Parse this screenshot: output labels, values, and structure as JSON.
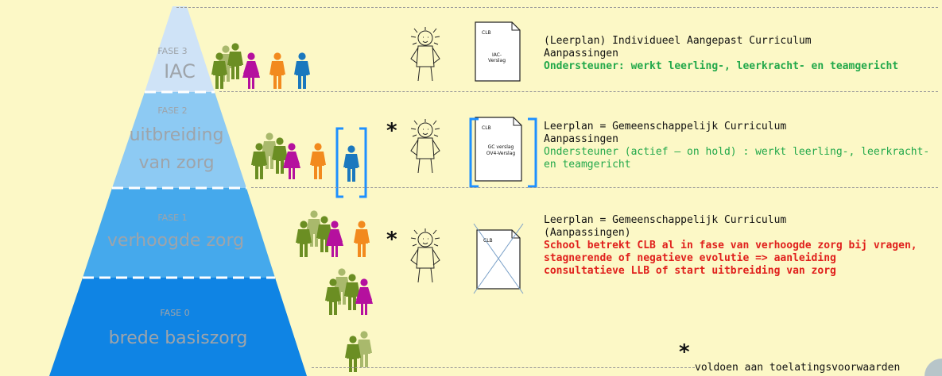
{
  "pyramid": {
    "levels": [
      {
        "fase": "FASE 3",
        "name_lines": [
          "IAC"
        ]
      },
      {
        "fase": "FASE 2",
        "name_lines": [
          "uitbreiding",
          "van zorg"
        ]
      },
      {
        "fase": "FASE 1",
        "name_lines": [
          "verhoogde zorg"
        ]
      },
      {
        "fase": "FASE 0",
        "name_lines": [
          "brede basiszorg"
        ]
      }
    ]
  },
  "documents": [
    {
      "label": "CLB",
      "body": [
        "IAC-",
        "Verslag"
      ]
    },
    {
      "label": "CLB",
      "body": [
        "GC verslag",
        "OV4-Verslag"
      ]
    },
    {
      "label": "CLB",
      "body": []
    }
  ],
  "descriptions": [
    {
      "lines": [
        "(Leerplan) Individueel Aangepast Curriculum",
        "Aanpassingen"
      ],
      "highlight": "Ondersteuner: werkt leerling-, leerkracht- en teamgericht"
    },
    {
      "lines": [
        "Leerplan = Gemeenschappelijk Curriculum",
        "Aanpassingen"
      ],
      "highlight": "Ondersteuner (actief – on hold) : werkt leerling-, leerkracht-en teamgericht"
    },
    {
      "lines": [
        "Leerplan = Gemeenschappelijk Curriculum",
        "(Aanpassingen)"
      ],
      "highlight": "School betrekt CLB al in fase van verhoogde zorg bij vragen, stagnerende of negatieve evolutie => aanleiding consultatieve LLB of start uitbreiding van zorg"
    }
  ],
  "asterisk": "*",
  "footnote": "voldoen aan toelatingsvoorwaarden",
  "colors": {
    "background": "#fcf8c6",
    "fase3": "#cfe3f7",
    "fase2": "#8dcaf3",
    "fase1": "#45a9ec",
    "fase0": "#0f84e4",
    "person_olive": "#6b8e23",
    "person_lightolive": "#a9b96c",
    "person_magenta": "#b5109e",
    "person_orange": "#f28a1e",
    "person_blue": "#1a78be",
    "bracket": "#1e90ff",
    "green_text": "#22a84a",
    "red_text": "#e0201c"
  }
}
